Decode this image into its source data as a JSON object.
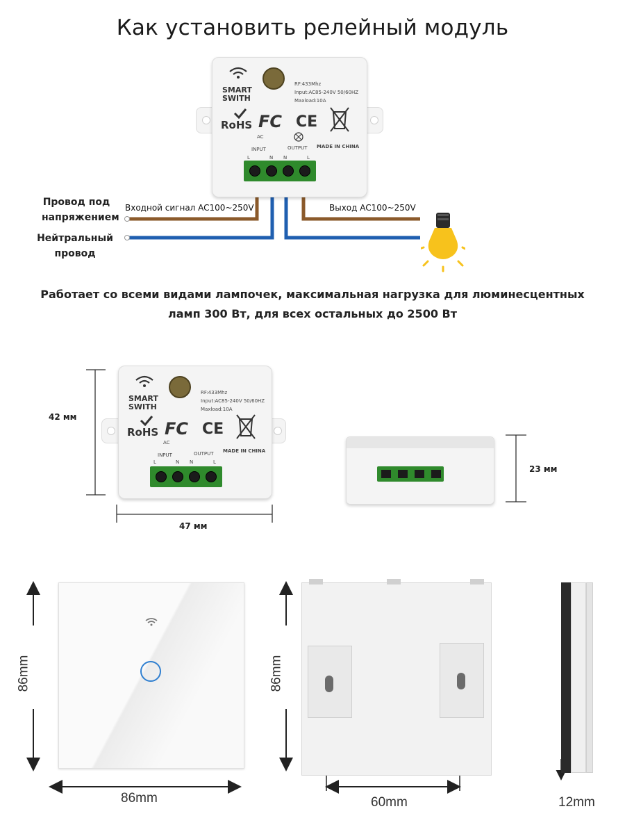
{
  "title": "Как установить релейный модуль",
  "wiring": {
    "live_wire_label": "Провод под напряжением",
    "neutral_wire_label": "Нейтральный провод",
    "input_label": "Входной сигнал AC100~250V",
    "output_label": "Выход AC100~250V",
    "live_color": "#8b5a2b",
    "neutral_color": "#1f5fb0"
  },
  "module": {
    "brand_line1": "SMART",
    "brand_line2": "SWITH",
    "spec_rf": "RF:433Mhz",
    "spec_input": "Input:AC85-240V 50/60HZ",
    "spec_load": "Maxload:10A",
    "cert_rohs": "RoHS",
    "cert_fcc": "FC",
    "cert_ce": "CE",
    "ac_label": "AC",
    "input_label": "INPUT",
    "output_label": "OUTPUT",
    "pin_l": "L",
    "pin_n": "N",
    "made_in": "MADE IN CHINA"
  },
  "description": {
    "line1": "Работает со всеми видами лампочек, максимальная нагрузка для  люминесцентных",
    "line2": "ламп 300 Вт, для всех остальных до 2500 Вт"
  },
  "dimensions": {
    "module_height": "42 мм",
    "module_width": "47 мм",
    "module_depth": "23 мм",
    "panel_height_front": "86mm",
    "panel_width_front": "86mm",
    "panel_height_back": "86mm",
    "back_hole_spacing": "60mm",
    "panel_thickness": "12mm"
  },
  "colors": {
    "terminal_green": "#2f8a2c",
    "bulb_yellow": "#f7c21c",
    "touch_ring": "#2f7fd0"
  }
}
